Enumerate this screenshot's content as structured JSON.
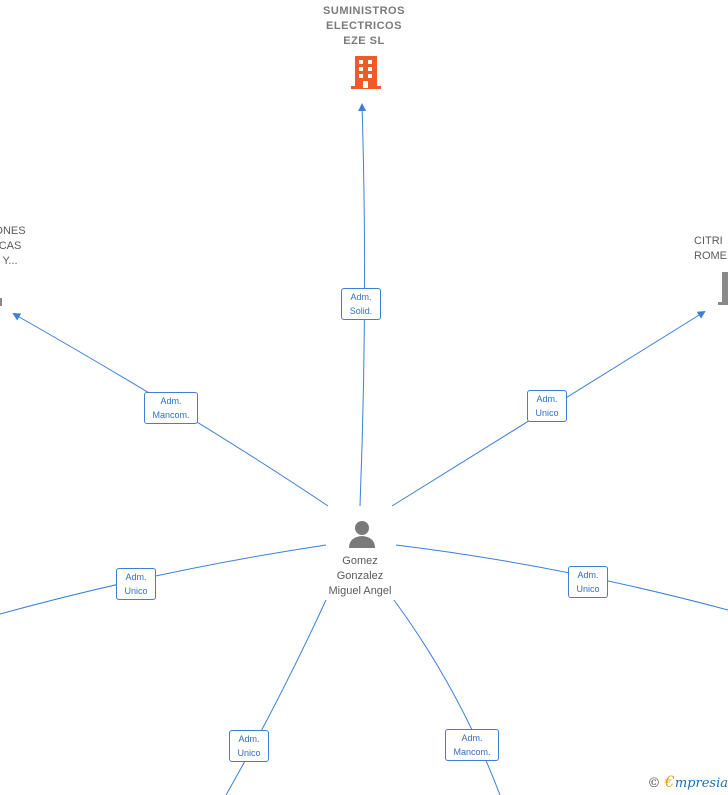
{
  "center_person": {
    "name": "Gomez\nGonzalez\nMiguel Angel"
  },
  "top_company": {
    "name": "SUMINISTROS\nELECTRICOS\nEZE  SL",
    "color": "#f05a28"
  },
  "left_company": {
    "name": "ONES\nCAS\nY..."
  },
  "right_company": {
    "name": "CITRI\nROME"
  },
  "edges": [
    {
      "label": "Adm.\nSolid."
    },
    {
      "label": "Adm.\nMancom."
    },
    {
      "label": "Adm.\nUnico"
    },
    {
      "label": "Adm.\nUnico"
    },
    {
      "label": "Adm.\nUnico"
    },
    {
      "label": "Adm.\nUnico"
    },
    {
      "label": "Adm.\nMancom."
    }
  ],
  "footer": {
    "copyright": "©",
    "brand": "mpresia"
  },
  "colors": {
    "edge": "#3b7fd6",
    "person": "#7a7a7a",
    "company_gray": "#8a8a8a"
  }
}
